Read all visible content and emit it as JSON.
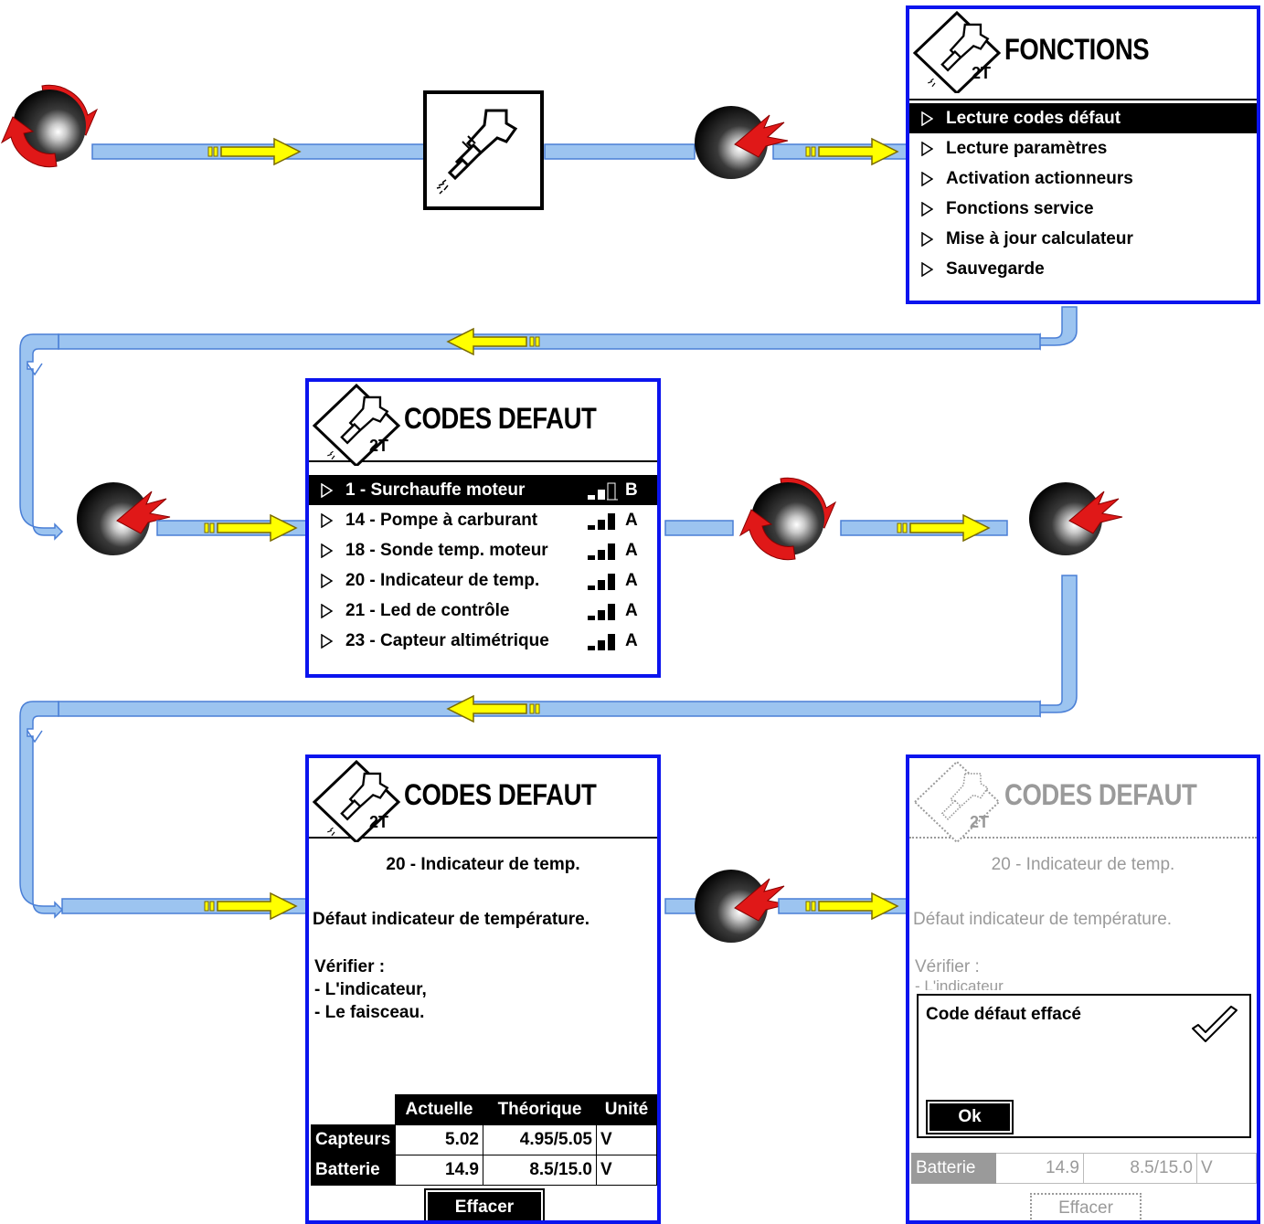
{
  "screens": {
    "fonctions": {
      "title": "FONCTIONS",
      "logo_text": "2T",
      "items": [
        {
          "label": "Lecture codes défaut",
          "selected": true
        },
        {
          "label": "Lecture paramètres",
          "selected": false
        },
        {
          "label": "Activation actionneurs",
          "selected": false
        },
        {
          "label": "Fonctions service",
          "selected": false
        },
        {
          "label": "Mise à jour calculateur",
          "selected": false
        },
        {
          "label": "Sauvegarde",
          "selected": false
        }
      ]
    },
    "codes_list": {
      "title": "CODES DEFAUT",
      "logo_text": "2T",
      "items": [
        {
          "code": "1 - Surchauffe moteur",
          "grade": "B",
          "signal_level": 0.5,
          "selected": true
        },
        {
          "code": "14 - Pompe à carburant",
          "grade": "A",
          "signal_level": 1.0,
          "selected": false
        },
        {
          "code": "18 - Sonde temp. moteur",
          "grade": "A",
          "signal_level": 1.0,
          "selected": false
        },
        {
          "code": "20 - Indicateur de temp.",
          "grade": "A",
          "signal_level": 1.0,
          "selected": false
        },
        {
          "code": "21 - Led de contrôle",
          "grade": "A",
          "signal_level": 1.0,
          "selected": false
        },
        {
          "code": "23 - Capteur altimétrique",
          "grade": "A",
          "signal_level": 1.0,
          "selected": false
        }
      ]
    },
    "code_detail": {
      "title": "CODES DEFAUT",
      "logo_text": "2T",
      "code_title": "20 - Indicateur de temp.",
      "description": "Défaut indicateur de température.",
      "check_heading": "Vérifier :",
      "checks": [
        "- L'indicateur,",
        "- Le faisceau."
      ],
      "table": {
        "headers": [
          "Actuelle",
          "Théorique",
          "Unité"
        ],
        "rows": [
          {
            "label": "Capteurs",
            "actual": "5.02",
            "theoretical": "4.95/5.05",
            "unit": "V"
          },
          {
            "label": "Batterie",
            "actual": "14.9",
            "theoretical": "8.5/15.0",
            "unit": "V"
          }
        ]
      },
      "button": "Effacer"
    },
    "cleared": {
      "title": "CODES DEFAUT",
      "logo_text": "2T",
      "code_title": "20 - Indicateur de temp.",
      "description": "Défaut indicateur de température.",
      "check_heading": "Vérifier :",
      "check_partial": "- L'indicateur",
      "rows": [
        {
          "label": "Batterie",
          "actual": "14.9",
          "theoretical": "8.5/15.0",
          "unit": "V"
        }
      ],
      "button": "Effacer",
      "dialog_message": "Code défaut effacé",
      "dialog_button": "Ok"
    }
  },
  "colors": {
    "screen_border": "#0b14ee",
    "pipe_fill": "#9cc4f0",
    "pipe_stroke": "#4a7fd6",
    "arrow_fill": "#ffff00",
    "arrow_stroke": "#8a7a00",
    "knob_arrow": "#e01818"
  },
  "icons": {
    "knob_rotate": "rotary-knob-rotate-icon",
    "knob_push": "rotary-knob-push-icon",
    "injector": "injector-icon",
    "checkmark": "checkmark-icon"
  }
}
